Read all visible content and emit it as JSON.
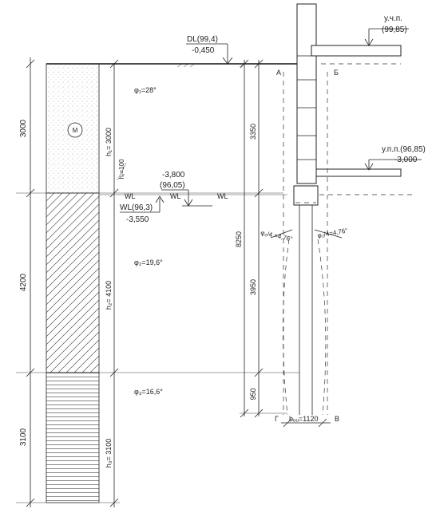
{
  "diagram": {
    "layers": [
      {
        "thickness": "3000",
        "h_label": "h₁= 3000",
        "phi_label": "φ₁=28°",
        "marker": "M"
      },
      {
        "thickness": "4200",
        "h_label": "h₂= 4100",
        "phi_label": "φ₂=19,6°"
      },
      {
        "thickness": "3100",
        "h_label": "h₃= 3100",
        "phi_label": "φ₃=16,6°"
      }
    ],
    "hw_label": "hᵥ=100",
    "levels": {
      "dl_name": "DL(99,4)",
      "dl_value": "-0,450",
      "floor_name": "у.ч.п.",
      "floor_value": "(99,85)",
      "basement_name": "у.п.п.(96,85)",
      "basement_value": "-3,000",
      "base_value": "-3,800",
      "base_elev": "(96,05)",
      "wl_name": "WL(96,3)",
      "wl_value": "-3,550"
    },
    "wl_tag": "WL",
    "dims": {
      "d1": "3350",
      "d2": "8250",
      "d3": "3950",
      "d4": "950",
      "width": "bᵤᵤ=1120"
    },
    "angle_left": "φ₂/4 =4,76°",
    "angle_right": "φ₂/4=4,76°",
    "points": {
      "a": "А",
      "b": "Б",
      "g": "Г",
      "v": "В"
    },
    "colors": {
      "line": "#222222",
      "hatch": "#333333",
      "soil_dots": "#777777"
    }
  }
}
